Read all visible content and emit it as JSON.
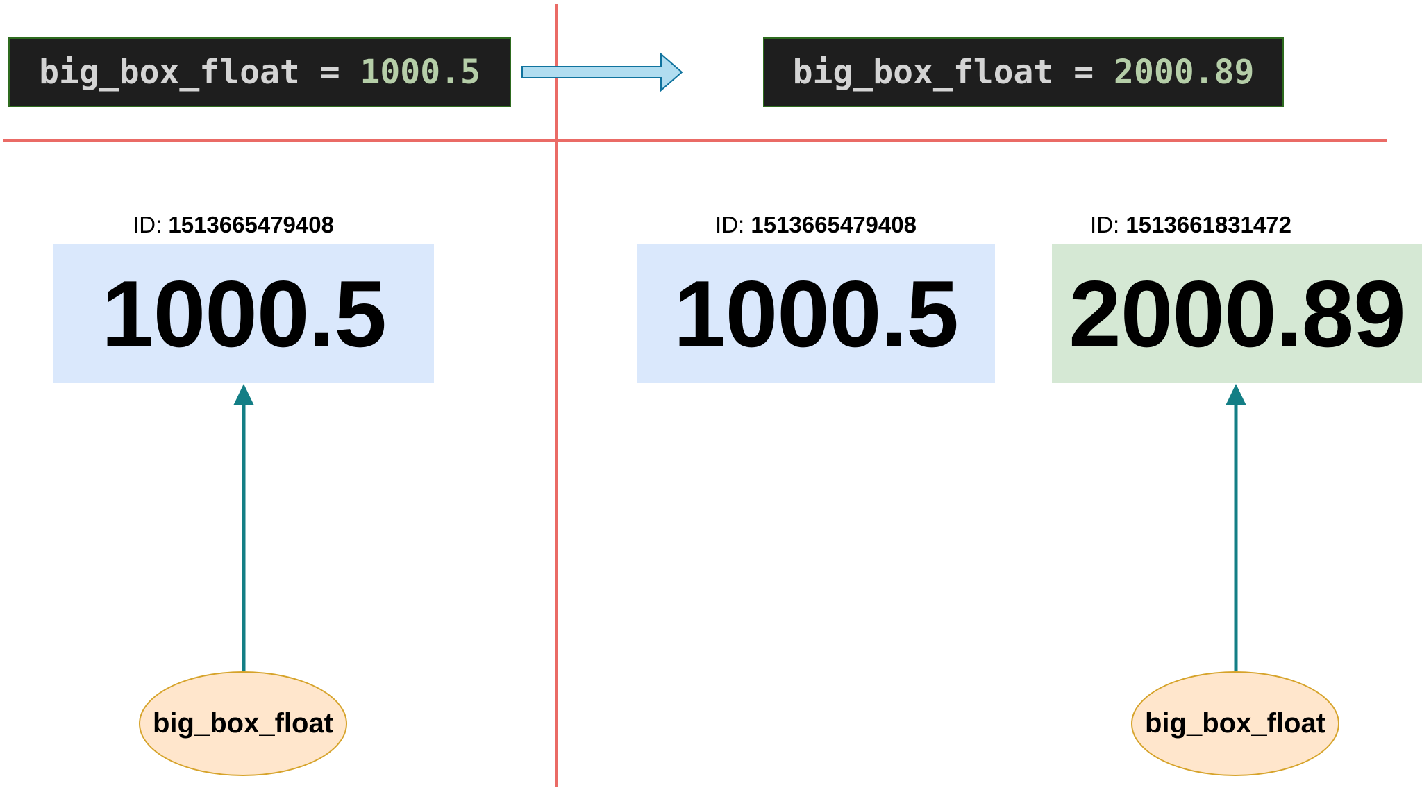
{
  "before": {
    "code": {
      "variable": "big_box_float",
      "operator": "=",
      "value": "1000.5"
    },
    "object": {
      "id_prefix": "ID:",
      "id": "1513665479408",
      "value": "1000.5"
    },
    "reference_label": "big_box_float"
  },
  "after": {
    "code": {
      "variable": "big_box_float",
      "operator": "=",
      "value": "2000.89"
    },
    "old_object": {
      "id_prefix": "ID:",
      "id": "1513665479408",
      "value": "1000.5"
    },
    "new_object": {
      "id_prefix": "ID:",
      "id": "1513661831472",
      "value": "2000.89"
    },
    "reference_label": "big_box_float"
  },
  "colors": {
    "divider": "#ea6b66",
    "pointer_arrow": "#137e85",
    "transition_arrow_fill": "#b1ddf0",
    "transition_arrow_stroke": "#10739e",
    "old_box": "#dae8fc",
    "new_box": "#d5e8d4",
    "ellipse_fill": "#ffe6cc",
    "ellipse_stroke": "#d6a32a",
    "code_bg": "#1e1e1e",
    "code_text": "#d4d4d4",
    "code_number": "#b5cea8"
  }
}
